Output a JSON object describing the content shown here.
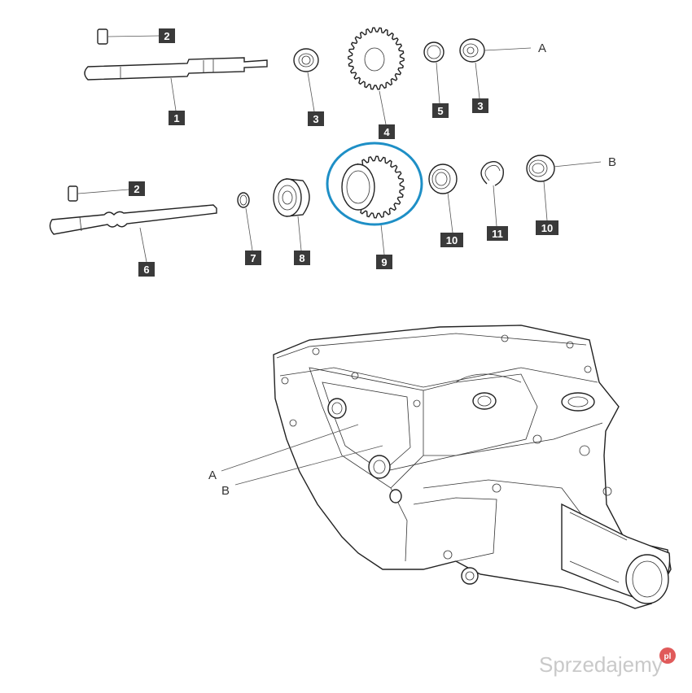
{
  "callouts": {
    "c1": "1",
    "c2a": "2",
    "c2b": "2",
    "c3a": "3",
    "c3b": "3",
    "c4": "4",
    "c5": "5",
    "c6": "6",
    "c7": "7",
    "c8": "8",
    "c9": "9",
    "c10a": "10",
    "c10b": "10",
    "c11": "11"
  },
  "letters": {
    "a_top": "A",
    "b_top": "B",
    "a_housing": "A",
    "b_housing": "B"
  },
  "highlight": {
    "color": "#1e8fc6",
    "target": "9"
  },
  "watermark": {
    "text": "Sprzedajemy",
    "badge": "pl",
    "badge_color": "#e05a5a"
  }
}
